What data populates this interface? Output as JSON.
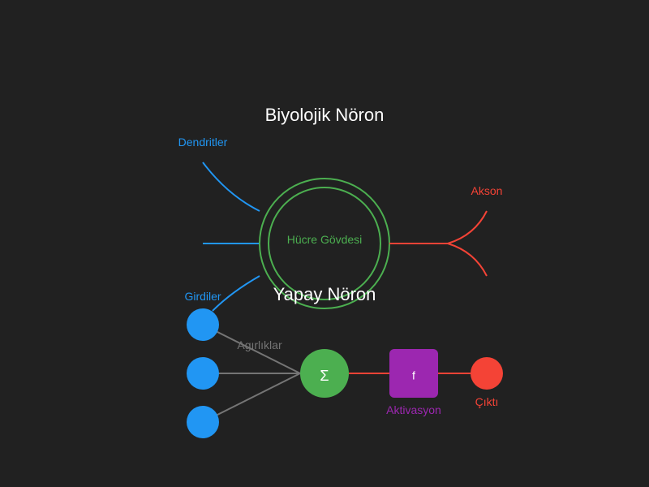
{
  "colors": {
    "background": "#212121",
    "title": "#ffffff",
    "dendrite": "#2196f3",
    "cell_body": "#4caf50",
    "axon": "#f44336",
    "weight_line": "#757575",
    "weight_label": "#757575",
    "activation": "#9c27b0",
    "symbol_text": "#ffffff"
  },
  "biological": {
    "title": "Biyolojik Nöron",
    "dendrites_label": "Dendritler",
    "cell_body_label": "Hücre Gövdesi",
    "axon_label": "Akson"
  },
  "artificial": {
    "title": "Yapay Nöron",
    "inputs_label": "Girdiler",
    "weights_label": "Agırlıklar",
    "sum_symbol": "Σ",
    "activation_symbol": "f",
    "activation_label": "Aktivasyon",
    "output_label": "Çıktı"
  }
}
